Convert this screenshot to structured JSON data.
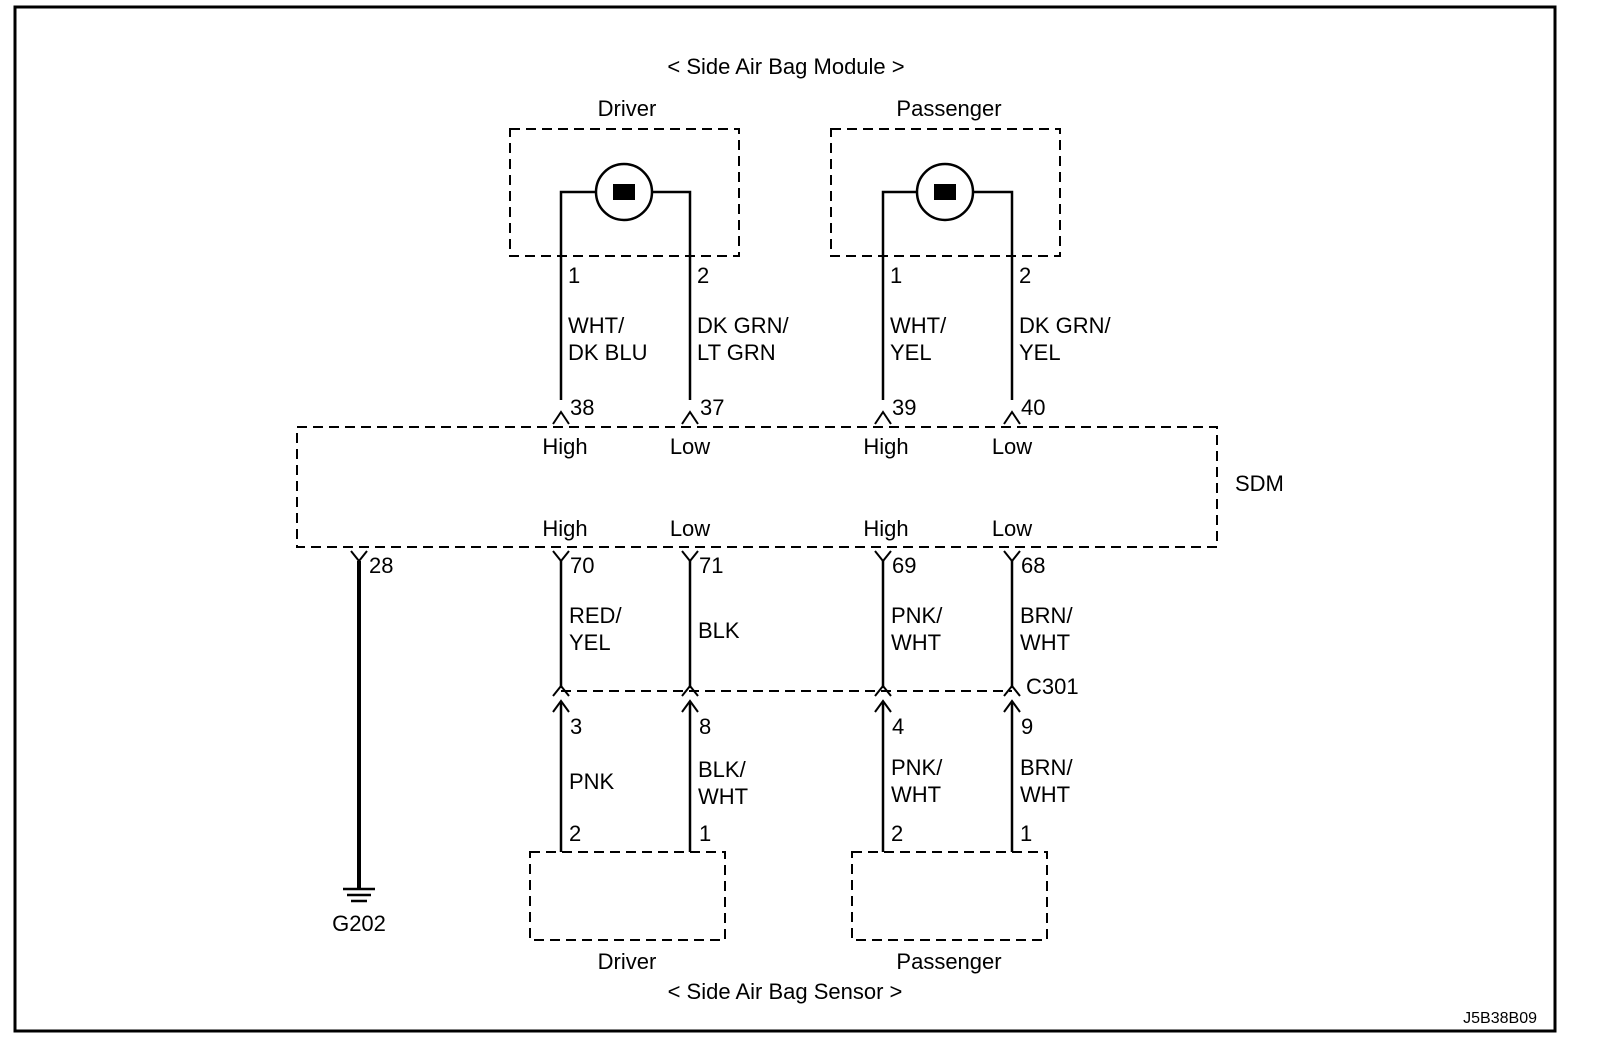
{
  "module": {
    "title": "< Side Air Bag Module >",
    "driver_label": "Driver",
    "passenger_label": "Passenger"
  },
  "sensor": {
    "title": "< Side Air Bag Sensor >",
    "driver_label": "Driver",
    "passenger_label": "Passenger"
  },
  "sdm": {
    "label": "SDM",
    "top_labels": [
      "High",
      "Low",
      "High",
      "Low"
    ],
    "bottom_labels": [
      "High",
      "Low",
      "High",
      "Low"
    ]
  },
  "upper_wires": [
    {
      "module_pin": "1",
      "color_line1": "WHT/",
      "color_line2": "DK BLU",
      "sdm_pin": "38"
    },
    {
      "module_pin": "2",
      "color_line1": "DK GRN/",
      "color_line2": "LT GRN",
      "sdm_pin": "37"
    },
    {
      "module_pin": "1",
      "color_line1": "WHT/",
      "color_line2": "YEL",
      "sdm_pin": "39"
    },
    {
      "module_pin": "2",
      "color_line1": "DK GRN/",
      "color_line2": "YEL",
      "sdm_pin": "40"
    }
  ],
  "lower_wires": [
    {
      "sdm_pin": "70",
      "color_line1": "RED/",
      "color_line2": "YEL",
      "c301_pin": "3",
      "color2_line1": "PNK",
      "color2_line2": "",
      "sensor_pin": "2"
    },
    {
      "sdm_pin": "71",
      "color_line1": "BLK",
      "color_line2": "",
      "c301_pin": "8",
      "color2_line1": "BLK/",
      "color2_line2": "WHT",
      "sensor_pin": "1"
    },
    {
      "sdm_pin": "69",
      "color_line1": "PNK/",
      "color_line2": "WHT",
      "c301_pin": "4",
      "color2_line1": "PNK/",
      "color2_line2": "WHT",
      "sensor_pin": "2"
    },
    {
      "sdm_pin": "68",
      "color_line1": "BRN/",
      "color_line2": "WHT",
      "c301_pin": "9",
      "color2_line1": "BRN/",
      "color2_line2": "WHT",
      "sensor_pin": "1"
    }
  ],
  "ground": {
    "sdm_pin": "28",
    "label": "G202"
  },
  "connector": {
    "label": "C301"
  },
  "figure_id": "J5B38B09"
}
